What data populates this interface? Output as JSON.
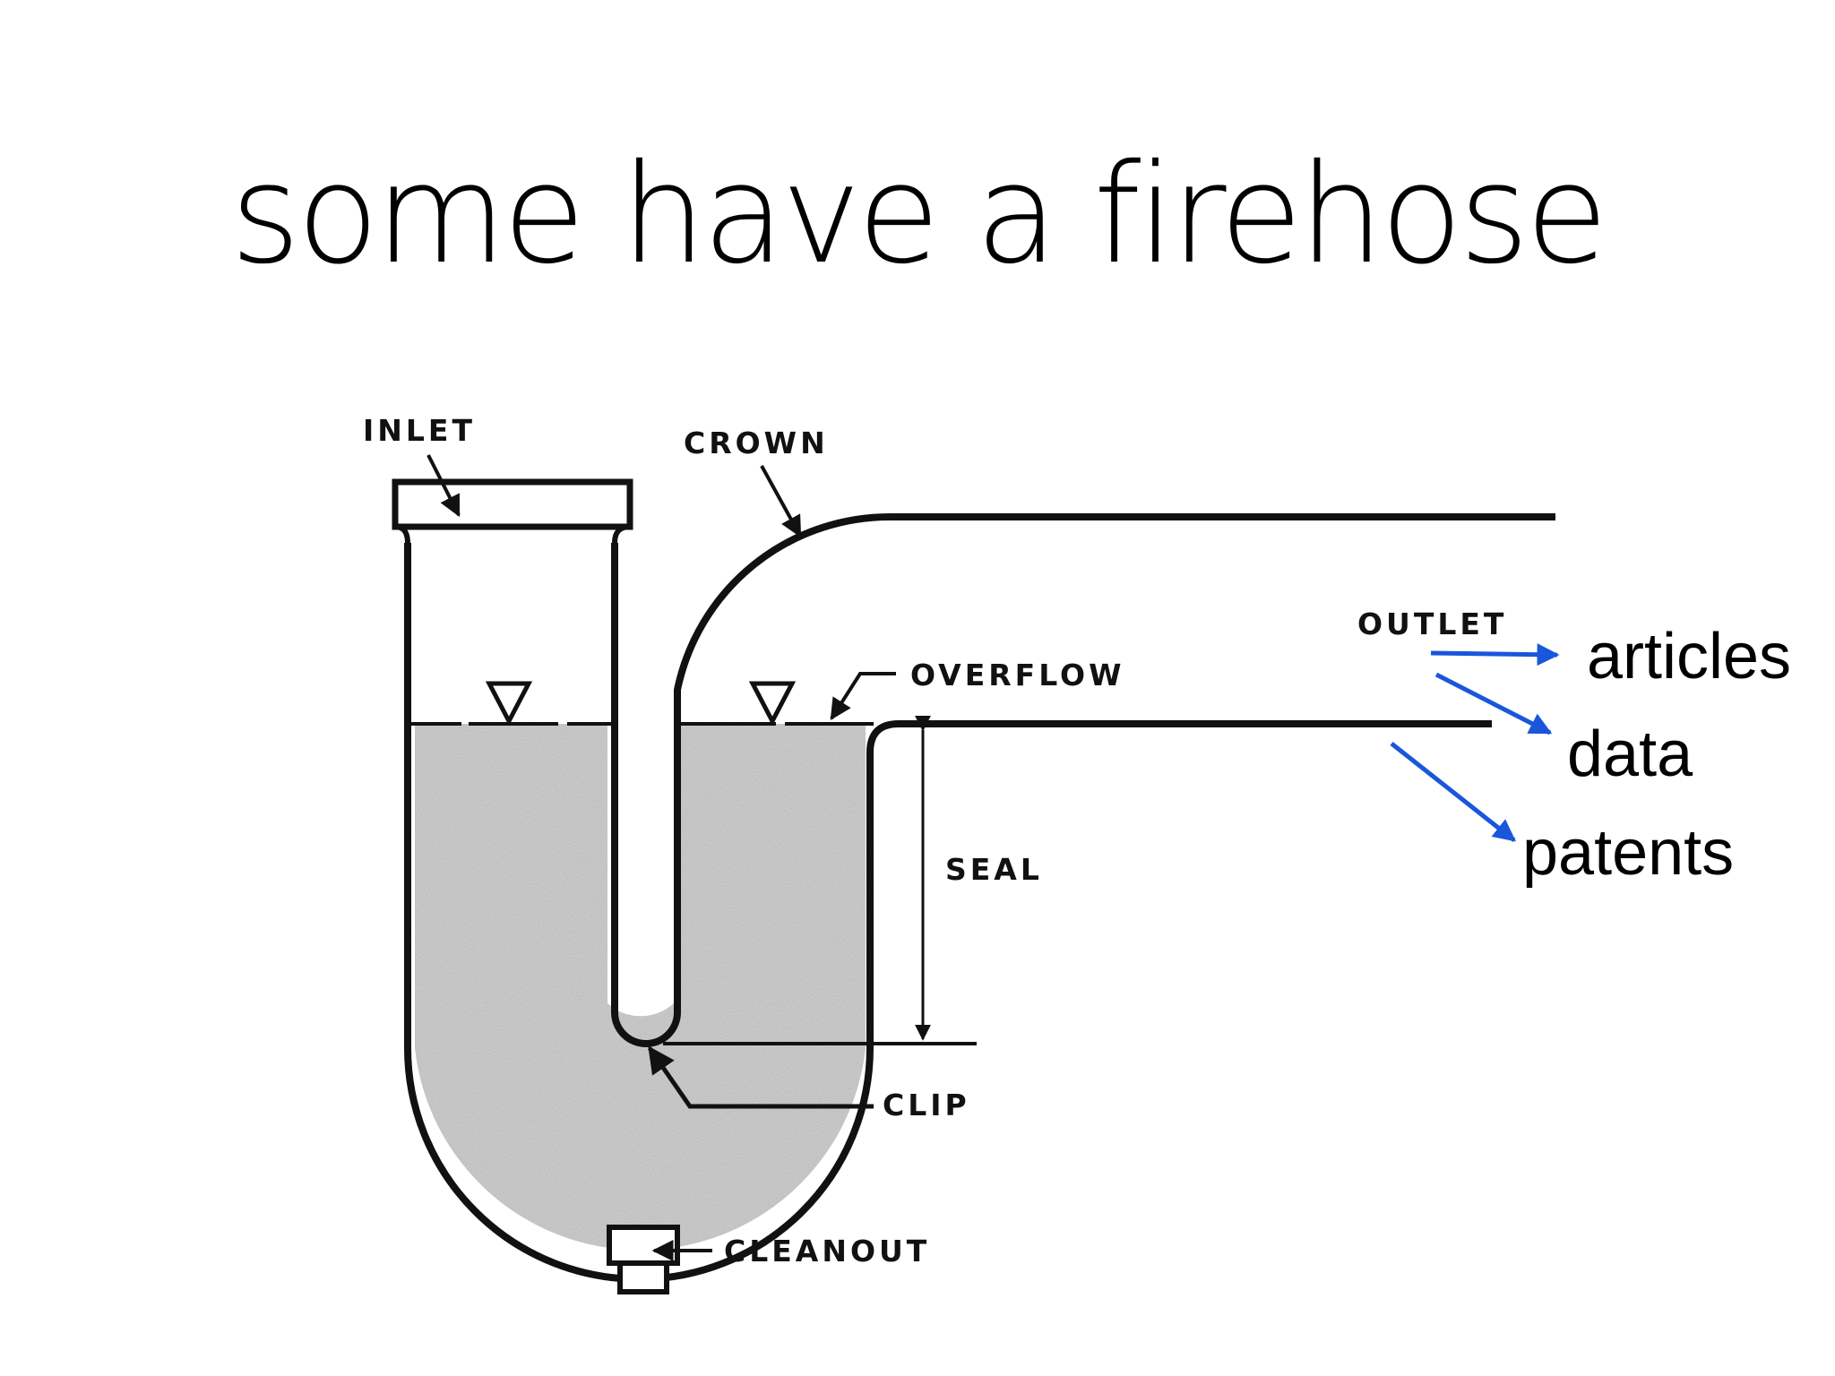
{
  "title": "some have a firehose",
  "diagram": {
    "labels": {
      "inlet": "INLET",
      "crown": "CROWN",
      "overflow": "OVERFLOW",
      "seal": "SEAL",
      "clip": "CLIP",
      "cleanout": "CLEANOUT",
      "outlet": "OUTLET"
    },
    "outputs": [
      "articles",
      "data",
      "patents"
    ],
    "colors": {
      "ink": "#111111",
      "water": "#d2d2d2",
      "arrow": "#1a56db"
    }
  }
}
